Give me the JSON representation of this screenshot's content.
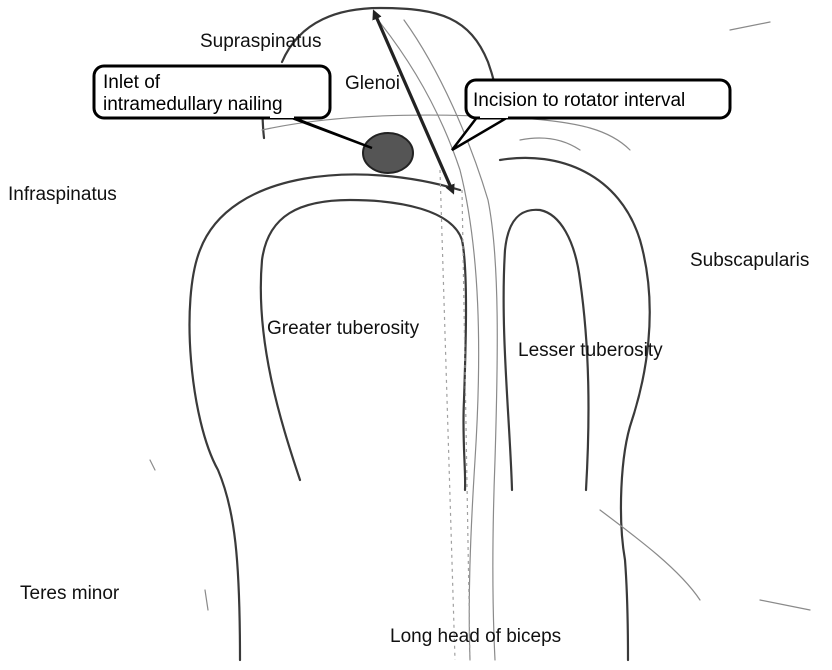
{
  "labels": {
    "supraspinatus": "Supraspinatus",
    "glenoid": "Glenoi",
    "infraspinatus": "Infraspinatus",
    "subscapularis": "Subscapularis",
    "greater_tuberosity": "Greater tuberosity",
    "lesser_tuberosity": "Lesser tuberosity",
    "teres_minor": "Teres minor",
    "long_head_biceps": "Long head of biceps"
  },
  "callouts": {
    "inlet_line1": "Inlet of",
    "inlet_line2": "intramedullary nailing",
    "incision": "Incision to rotator interval"
  },
  "colors": {
    "line": "#3a3a3a",
    "inlet_marker": "#555555",
    "arrow": "#222222"
  }
}
